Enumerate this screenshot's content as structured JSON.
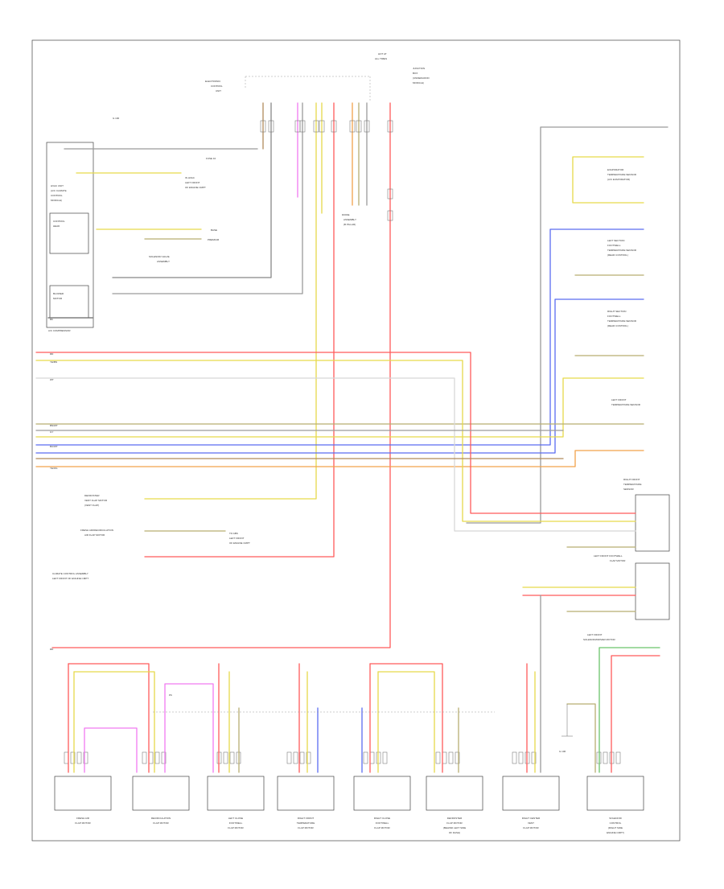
{
  "diagram": {
    "frame_label": "",
    "colors": {
      "red": "#ff5a5a",
      "yellow": "#e6d94a",
      "blue": "#5b6cf0",
      "pink": "#f07af0",
      "orange": "#f2a24a",
      "olive": "#b8ae72",
      "brown": "#b08a5a",
      "green": "#6ac46a",
      "gray": "#9a9a9a",
      "tan": "#d8c8a0"
    },
    "components": {
      "top_connector": {
        "lines": [
          "HOT AT",
          "ALL TIMES"
        ]
      },
      "fuse_panel": {
        "lines": [
          "ELECTRONIC",
          "CONTROL",
          "UNIT"
        ]
      },
      "junction_top_right": {
        "lines": [
          "JUNCTION",
          "BOX",
          "(UNDERHOOD",
          "MODULE)"
        ]
      },
      "ground_top": "G 100",
      "ac_unit": {
        "lines": [
          "HVAC UNIT",
          "(A/C CLIMATE",
          "CONTROL",
          "MODULE)"
        ]
      },
      "ac_sub_1": {
        "lines": [
          "CONTROL",
          "HEAD"
        ]
      },
      "ac_sub_2": {
        "lines": [
          "BLOWER",
          "MOTOR"
        ]
      },
      "ac_comp": "A/C COMPRESSOR",
      "to_left_1": "FUSE 10",
      "to_left_2": {
        "lines": [
          "IN HVAC",
          "LEFT FRONT",
          "OF ENGINE CMPT"
        ]
      },
      "to_left_3": "BASE",
      "to_left_4": "PREMIUM",
      "solenoid": {
        "lines": [
          "SOLENOID VALVE",
          "ASSEMBLY"
        ]
      },
      "diode": {
        "lines": [
          "DIODE",
          "ASSEMBLY",
          "(B PILLAR)"
        ]
      },
      "temp_sensor_1": {
        "lines": [
          "EVAPORATOR",
          "TEMPERATURE SENSOR",
          "(A/C EVAPORATOR)"
        ]
      },
      "temp_sensor_2": {
        "lines": [
          "LEFT SECTION",
          "FOOTWELL",
          "TEMPERATURE SENSOR",
          "(REAR CONTROL)"
        ]
      },
      "temp_sensor_3": {
        "lines": [
          "RIGHT SECTION",
          "FOOTWELL",
          "TEMPERATURE SENSOR",
          "(REAR CONTROL)"
        ]
      },
      "temp_sensor_4": {
        "lines": [
          "LEFT FRONT",
          "TEMPERATURE SENSOR"
        ]
      },
      "temp_sensor_5": {
        "lines": [
          "RIGHT FRONT",
          "TEMPERATURE",
          "SENSOR"
        ]
      },
      "flap_1": {
        "lines": [
          "LEFT FRONT FOOTWELL",
          "FLAP MOTOR"
        ]
      },
      "recirc_1": {
        "lines": [
          "DEFROSTER",
          "VENT FLAP MOTOR",
          "(VENT FLAP)"
        ]
      },
      "recirc_2": {
        "lines": [
          "FRESH AIR/RECIRCULATION",
          "AIR FLAP MOTOR"
        ]
      },
      "left_mid_1": {
        "lines": [
          "TO ABS",
          "LEFT FRONT",
          "OF ENGINE CMPT"
        ]
      },
      "left_mid_2": {
        "lines": [
          "CLIMATE CONTROL ASSEMBLY",
          "LEFT FRONT OF ENGINE CMPT"
        ]
      },
      "right_ground": {
        "lines": [
          "LEFT FRONT",
          "SOLENOID/DRIVER MOTOR"
        ]
      },
      "g_bottom": "G 106",
      "bottom_motors": [
        {
          "lines": [
            "FRESH AIR",
            "FLAP MOTOR"
          ]
        },
        {
          "lines": [
            "RECIRCULATION",
            "FLAP MOTOR"
          ]
        },
        {
          "lines": [
            "LEFT CLOSE",
            "FOOTWELL",
            "FLAP MOTOR"
          ]
        },
        {
          "lines": [
            "RIGHT FRONT",
            "TEMPERATURE",
            "FLAP MOTOR"
          ]
        },
        {
          "lines": [
            "RIGHT CLOSE",
            "FOOTWELL",
            "FLAP MOTOR"
          ]
        },
        {
          "lines": [
            "DEFROSTER",
            "FLAP MOTOR",
            "(BEHIND LEFT SIDE",
            "OF DASH)"
          ]
        },
        {
          "lines": [
            "RIGHT CENTER",
            "VENT",
            "FLAP MOTOR"
          ]
        },
        {
          "lines": [
            "SOLENOID",
            "CONTROL",
            "(RIGHT SIDE",
            "ENGINE CMPT)"
          ]
        }
      ]
    },
    "wire_labels": {
      "red": "RD",
      "yellow": "YE/BN",
      "blue": "BU/WT",
      "brown": "BN/WT",
      "gray": "GY",
      "orange": "YE/OG",
      "pink": "PK",
      "white": "WT",
      "black": "BK"
    }
  }
}
